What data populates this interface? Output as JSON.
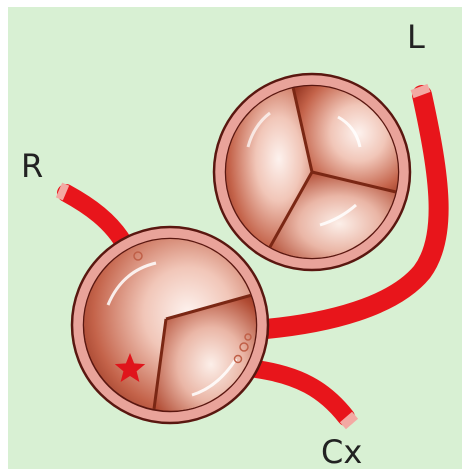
{
  "labels": {
    "left": "L",
    "right": "R",
    "circumflex": "Cx"
  },
  "colors": {
    "background": "#d8f0d3",
    "artery": "#e8151b",
    "valve_ring": "#e9a39a",
    "valve_ring_stroke": "#5a1710",
    "cusp_dark": "#a8402a",
    "cusp_light": "#fbe9e2",
    "marker": "#e0141b"
  },
  "diagram": {
    "valves": [
      {
        "name": "upper-right-valve",
        "cusps": 3
      },
      {
        "name": "lower-left-valve",
        "cusps": 2
      }
    ],
    "marker_symbol": "star"
  }
}
